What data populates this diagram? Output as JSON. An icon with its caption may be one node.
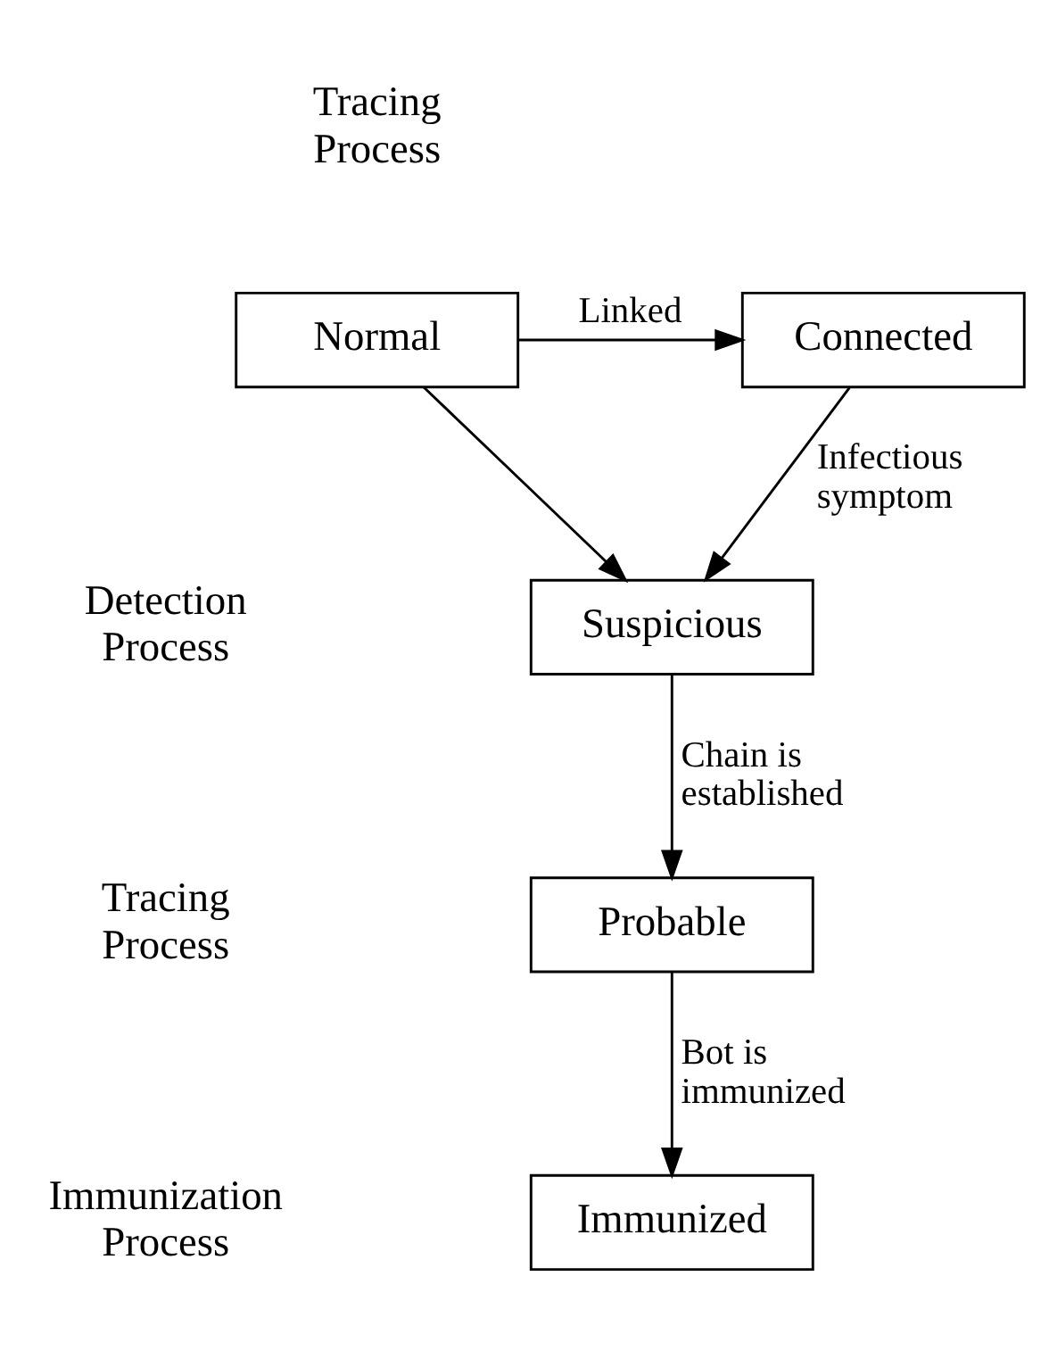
{
  "diagram": {
    "nodes": [
      {
        "text": [
          "Normal"
        ]
      },
      {
        "text": [
          "Connected"
        ]
      },
      {
        "text": [
          "Suspicious"
        ]
      },
      {
        "text": [
          "Probable"
        ]
      },
      {
        "text": [
          "Immunized"
        ]
      }
    ],
    "edges": [
      {
        "from": 0,
        "to": 1,
        "arrow": "to",
        "label": "Linked"
      },
      {
        "from": 0,
        "to": 2,
        "arrow": "to"
      },
      {
        "from": 1,
        "to": 2,
        "arrow": "to",
        "label": "Infectious symptom"
      },
      {
        "from": 2,
        "to": 3,
        "arrow": "to",
        "label": "Chain is established"
      },
      {
        "from": 3,
        "to": 4,
        "arrow": "to",
        "label": "Bot is immunized"
      }
    ],
    "labels": [
      "Tracing Process",
      "Detection Process",
      "Tracing Process",
      "Immunization Process"
    ]
  }
}
